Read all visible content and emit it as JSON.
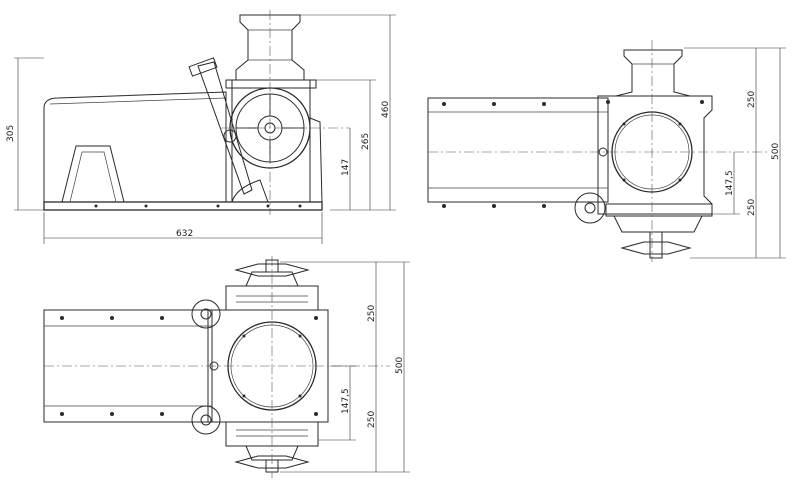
{
  "colors": {
    "line": "#2a2a2a",
    "background": "#ffffff"
  },
  "side_view": {
    "dim_width": "632",
    "dim_height_total": "460",
    "dim_height_body": "305",
    "dim_height_axis_top": "265",
    "dim_height_axis": "147"
  },
  "top_view": {
    "dim_total": "500",
    "dim_upper": "250",
    "dim_lower": "250",
    "dim_offset": "147,5"
  },
  "bottom_view": {
    "dim_total": "500",
    "dim_upper": "250",
    "dim_lower": "250",
    "dim_offset": "147,5"
  }
}
